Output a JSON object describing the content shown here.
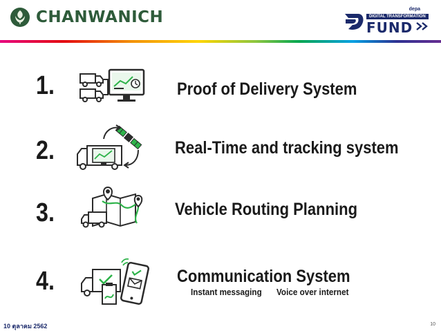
{
  "header": {
    "brand": "CHANWANICH",
    "partner_org": "depa",
    "program_banner": "DIGITAL TRANSFORMATION",
    "program_name": "FUND"
  },
  "items": [
    {
      "number": "1.",
      "title": "Proof of Delivery System",
      "icon": "trucks-monitor-icon"
    },
    {
      "number": "2.",
      "title": "Real-Time and tracking system",
      "icon": "truck-satellite-icon"
    },
    {
      "number": "3.",
      "title": "Vehicle Routing Planning",
      "icon": "truck-map-route-icon"
    },
    {
      "number": "4.",
      "title": "Communication System",
      "icon": "truck-phone-message-icon",
      "subtitles": [
        "Instant messaging",
        "Voice over internet"
      ]
    }
  ],
  "footer": {
    "date": "10 ตุลาคม 2562",
    "page": "10"
  },
  "colors": {
    "brand_green": "#2e5b3a",
    "fund_navy": "#1b2a6b",
    "icon_green": "#2eb34a",
    "icon_dark": "#2b2b2b"
  }
}
